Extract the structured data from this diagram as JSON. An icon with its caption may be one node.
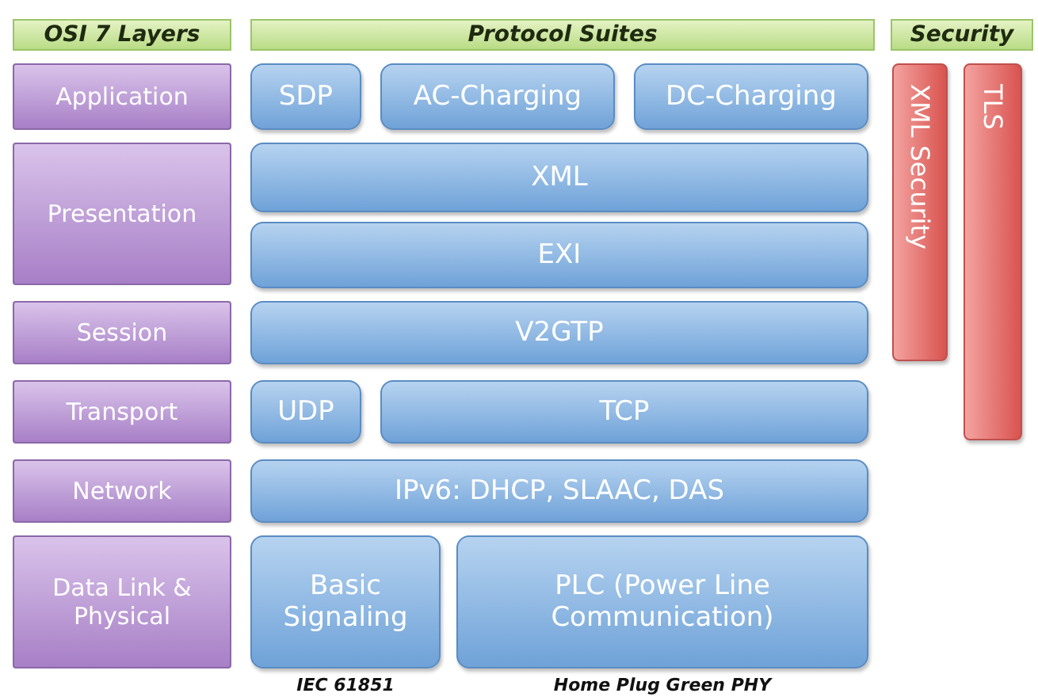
{
  "diagram": {
    "nodes": [
      {
        "text": [
          "OSI 7 Layers"
        ]
      },
      {
        "text": [
          "Protocol Suites"
        ]
      },
      {
        "text": [
          "Security"
        ]
      },
      {
        "text": [
          "Application"
        ]
      },
      {
        "text": [
          "SDP"
        ]
      },
      {
        "text": [
          "AC-Charging"
        ]
      },
      {
        "text": [
          "DC-Charging"
        ]
      },
      {
        "text": [
          "XML Security"
        ]
      },
      {
        "text": [
          "TLS"
        ]
      },
      {
        "text": [
          "Presentation"
        ]
      },
      {
        "text": [
          "XML"
        ]
      },
      {
        "text": [
          "EXI"
        ]
      },
      {
        "text": [
          "Session"
        ]
      },
      {
        "text": [
          "V2GTP"
        ]
      },
      {
        "text": [
          "Transport"
        ]
      },
      {
        "text": [
          "UDP"
        ]
      },
      {
        "text": [
          "TCP"
        ]
      },
      {
        "text": [
          "Network"
        ]
      },
      {
        "text": [
          "IPv6: DHCP, SLAAC, DAS"
        ]
      },
      {
        "text": [
          "Data Link & Physical"
        ]
      },
      {
        "text": [
          "Basic Signaling"
        ],
        "beside": [
          "IEC 61851"
        ]
      },
      {
        "text": [
          "PLC (Power Line Communication)"
        ],
        "beside": [
          "Home Plug Green PHY"
        ]
      }
    ]
  }
}
